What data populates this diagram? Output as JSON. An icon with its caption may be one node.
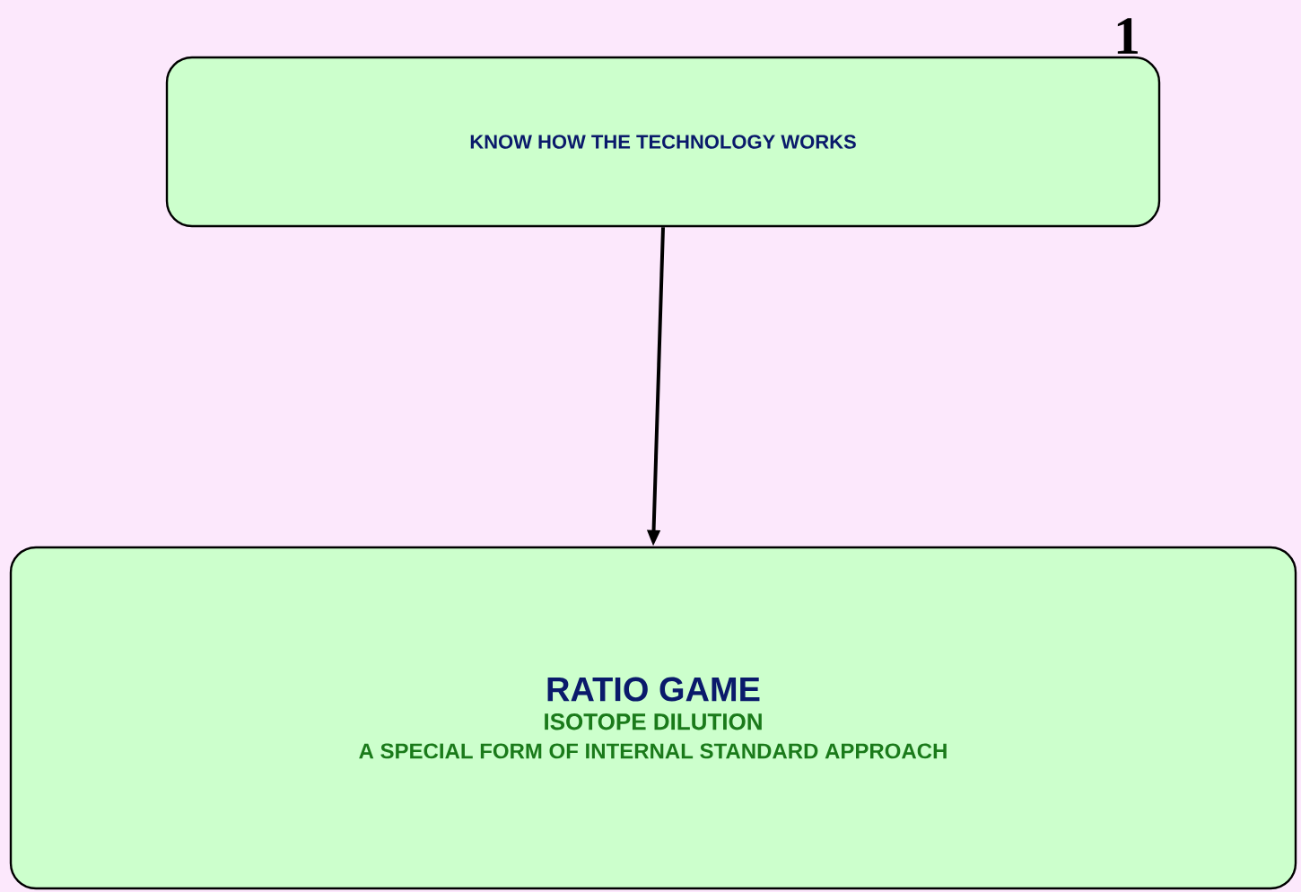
{
  "diagram": {
    "nodes": [
      {
        "text": [
          "KNOW HOW THE TECHNOLOGY WORKS"
        ]
      },
      {
        "text": [
          "RATIO GAME",
          "ISOTOPE DILUTION",
          "A SPECIAL FORM OF INTERNAL STANDARD APPROACH"
        ]
      }
    ],
    "edges": [
      {
        "from": 0,
        "to": 1,
        "arrow": "to"
      }
    ],
    "labels": [
      "1"
    ]
  }
}
